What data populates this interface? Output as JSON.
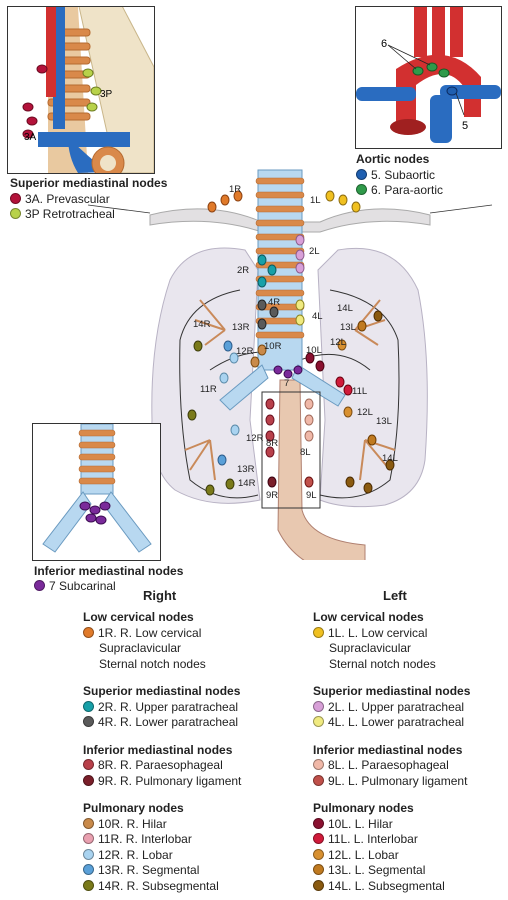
{
  "insets": {
    "superior": {
      "title": "Superior mediastinal nodes",
      "labels": {
        "a": "3A",
        "p": "3P"
      },
      "items": [
        {
          "label": "3A. Prevascular",
          "color": "#b3123a"
        },
        {
          "label": "3P Retrotracheal",
          "color": "#b8d24a"
        }
      ]
    },
    "aortic": {
      "title": "Aortic nodes",
      "labels": {
        "six": "6",
        "five": "5"
      },
      "items": [
        {
          "label": "5. Subaortic",
          "color": "#1f5fb0"
        },
        {
          "label": "6. Para-aortic",
          "color": "#2f9a4a"
        }
      ]
    },
    "inferior": {
      "title": "Inferior mediastinal nodes",
      "items": [
        {
          "label": "7 Subcarinal",
          "color": "#7a2a9a"
        }
      ]
    }
  },
  "diagram_labels": {
    "r1": "1R",
    "l1": "1L",
    "l2": "2L",
    "r2": "2R",
    "r4": "4R",
    "l4": "4L",
    "r14a": "14R",
    "r13a": "13R",
    "r12a": "12R",
    "r10": "10R",
    "l10": "10L",
    "seven": "7",
    "l14a": "14L",
    "l13a": "13L",
    "l12a": "12L",
    "r11": "11R",
    "l11": "11L",
    "l12b": "12L",
    "l13b": "13L",
    "r12b": "12R",
    "r8": "8R",
    "l8": "8L",
    "l14b": "14L",
    "r13b": "13R",
    "r14b": "14R",
    "r9": "9R",
    "l9": "9L"
  },
  "legend": {
    "right_title": "Right",
    "left_title": "Left",
    "right": [
      {
        "header": "Low cervical nodes",
        "items": [
          {
            "label": "1R. R. Low cervical",
            "color": "#e07a2a"
          }
        ],
        "subs": [
          "Supraclavicular",
          "Sternal notch nodes"
        ]
      },
      {
        "header": "Superior mediastinal nodes",
        "items": [
          {
            "label": "2R. R. Upper paratracheal",
            "color": "#17a0a8"
          },
          {
            "label": "4R. R. Lower paratracheal",
            "color": "#5a5a5a"
          }
        ]
      },
      {
        "header": "Inferior mediastinal nodes",
        "items": [
          {
            "label": "8R. R. Paraesophageal",
            "color": "#b8404a"
          },
          {
            "label": "9R. R. Pulmonary ligament",
            "color": "#7a1f2a"
          }
        ]
      },
      {
        "header": "Pulmonary nodes",
        "items": [
          {
            "label": "10R. R. Hilar",
            "color": "#c98a4a"
          },
          {
            "label": "11R. R. Interlobar",
            "color": "#e9a0b0"
          },
          {
            "label": "12R. R. Lobar",
            "color": "#a9d3f0"
          },
          {
            "label": "13R. R. Segmental",
            "color": "#5aa0d8"
          },
          {
            "label": "14R. R. Subsegmental",
            "color": "#7a7a1a"
          }
        ]
      }
    ],
    "left": [
      {
        "header": "Low cervical nodes",
        "items": [
          {
            "label": "1L. L. Low cervical",
            "color": "#f0c020"
          }
        ],
        "subs": [
          "Supraclavicular",
          "Sternal notch nodes"
        ]
      },
      {
        "header": "Superior mediastinal nodes",
        "items": [
          {
            "label": "2L. L. Upper paratracheal",
            "color": "#d8a0d8"
          },
          {
            "label": "4L. L. Lower paratracheal",
            "color": "#f0ea80"
          }
        ]
      },
      {
        "header": "Inferior mediastinal nodes",
        "items": [
          {
            "label": "8L. L. Paraesophageal",
            "color": "#f0b8a8"
          },
          {
            "label": "9L. L. Pulmonary ligament",
            "color": "#c0504a"
          }
        ]
      },
      {
        "header": "Pulmonary nodes",
        "items": [
          {
            "label": "10L. L. Hilar",
            "color": "#8a1030"
          },
          {
            "label": "11L. L. Interlobar",
            "color": "#d01a3a"
          },
          {
            "label": "12L. L. Lobar",
            "color": "#d89030"
          },
          {
            "label": "13L. L. Segmental",
            "color": "#c07a20"
          },
          {
            "label": "14L. L. Subsegmental",
            "color": "#8a5a10"
          }
        ]
      }
    ]
  }
}
